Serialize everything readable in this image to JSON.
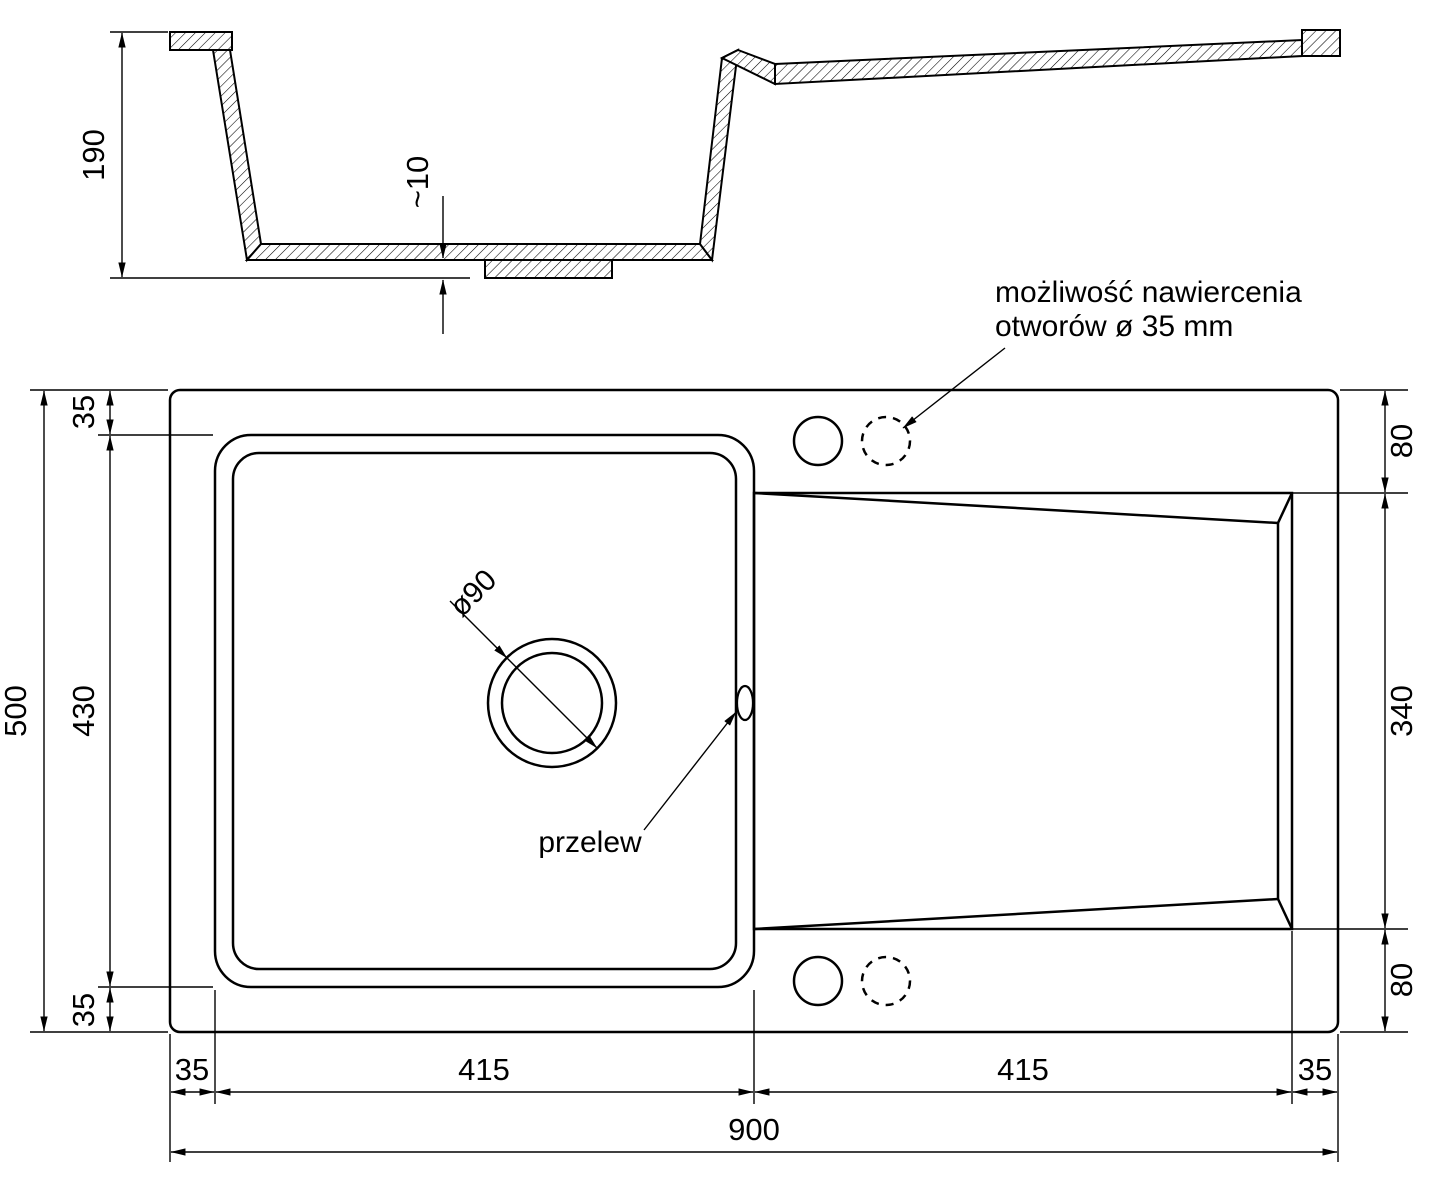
{
  "drawing": {
    "background": "#ffffff",
    "line_color": "#000000",
    "type": "sink-technical-drawing"
  },
  "section": {
    "depth": "190",
    "thickness": "~10"
  },
  "plan": {
    "overall_width": "900",
    "overall_height": "500",
    "left_top_margin": "35",
    "basin_length": "430",
    "left_bottom_margin": "35",
    "right_top_offset": "80",
    "drainer_length": "340",
    "right_bottom_offset": "80",
    "bottom_left_margin": "35",
    "basin_width": "415",
    "drainer_width": "415",
    "bottom_right_margin": "35",
    "drain_diameter": "ø90",
    "overflow_label": "przelew",
    "drill_note_line1": "możliwość nawiercenia",
    "drill_note_line2": "otworów ø 35 mm"
  }
}
